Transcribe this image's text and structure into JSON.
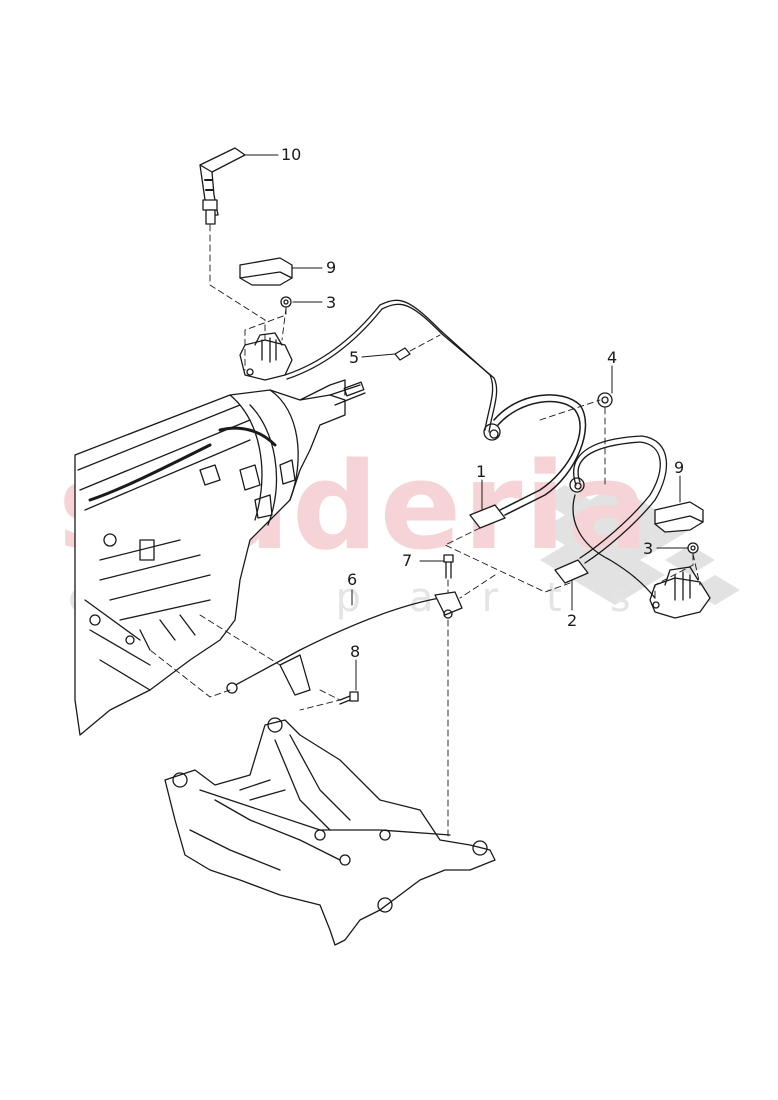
{
  "diagram": {
    "type": "exploded-parts-diagram",
    "watermark": {
      "main": "scuderia",
      "sub": "car parts",
      "main_color": "#f6d3d6",
      "checker_color": "#e0e0e0"
    },
    "components": [
      {
        "name": "transmission",
        "label": ""
      },
      {
        "name": "subframe",
        "label": ""
      },
      {
        "name": "selector-lever-left",
        "label": ""
      },
      {
        "name": "selector-lever-right",
        "label": ""
      }
    ],
    "callouts": [
      {
        "id": "c10",
        "number": "10",
        "part": "handle"
      },
      {
        "id": "c9a",
        "number": "9",
        "part": "cap"
      },
      {
        "id": "c3a",
        "number": "3",
        "part": "nut"
      },
      {
        "id": "c5",
        "number": "5",
        "part": "clip"
      },
      {
        "id": "c4",
        "number": "4",
        "part": "grommet"
      },
      {
        "id": "c1",
        "number": "1",
        "part": "cable-connector"
      },
      {
        "id": "c9b",
        "number": "9",
        "part": "cap"
      },
      {
        "id": "c3b",
        "number": "3",
        "part": "nut"
      },
      {
        "id": "c7",
        "number": "7",
        "part": "bolt"
      },
      {
        "id": "c6",
        "number": "6",
        "part": "cable"
      },
      {
        "id": "c2",
        "number": "2",
        "part": "cable-connector"
      },
      {
        "id": "c8",
        "number": "8",
        "part": "bolt"
      }
    ]
  }
}
